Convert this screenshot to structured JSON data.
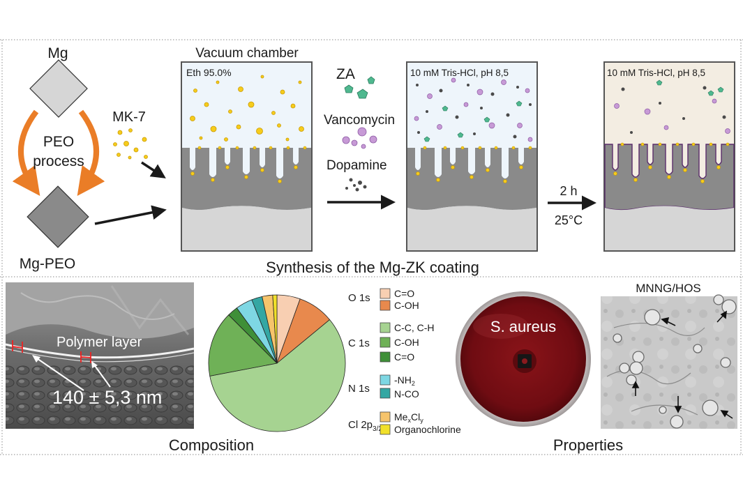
{
  "colors": {
    "orange_arrow": "#ea7d27",
    "coating_gray": "#8a8a8a",
    "substrate_gray": "#d6d6d6",
    "liquid_blue": "#eef5fb",
    "liquid_beige": "#f3ede2",
    "mk7_yellow": "#f6cc1c",
    "za_green": "#4fb88f",
    "vancomycin_purple": "#c79ad6",
    "dopamine_dark": "#4a4a4a",
    "agar_red": "#7a0e14"
  },
  "synthesis": {
    "mg_label": "Mg",
    "peo_label_line1": "PEO",
    "peo_label_line2": "process",
    "mgpeo_label": "Mg-PEO",
    "mk7_label": "MK-7",
    "chamber1_title": "Vacuum chamber",
    "chamber1_inner": "Eth 95.0%",
    "za_label": "ZA",
    "vancomycin_label": "Vancomycin",
    "dopamine_label": "Dopamine",
    "chamber2_inner": "10 mM Tris-HCl, pH 8,5",
    "time_label": "2 h",
    "temp_label": "25°C",
    "chamber3_inner": "10 mM Tris-HCl, pH 8,5",
    "section_title": "Synthesis of the Mg-ZK coating"
  },
  "sem": {
    "layer_label": "Polymer layer",
    "thickness_label": "140 ± 5,3 nm"
  },
  "composition": {
    "title": "Composition",
    "groups": [
      {
        "label": "O 1s"
      },
      {
        "label": "C 1s"
      },
      {
        "label": "N 1s"
      },
      {
        "label_main": "Cl 2p",
        "label_sub": "3/2"
      }
    ],
    "legend": [
      {
        "label": "C=O",
        "color": "#f8cfb2"
      },
      {
        "label": "C-OH",
        "color": "#e8894d"
      },
      {
        "label": "C-C, C-H",
        "color": "#a6d391"
      },
      {
        "label": "C-OH",
        "color": "#6fb157"
      },
      {
        "label": "C=O",
        "color": "#3f8f38"
      },
      {
        "label_main": "-NH",
        "label_sub": "2",
        "color": "#7ed7e3"
      },
      {
        "label": "N-CO",
        "color": "#34a7a3"
      },
      {
        "label_parts": [
          "Me",
          "x",
          "Cl",
          "y"
        ],
        "color": "#f6c46c"
      },
      {
        "label": "Organochlorine",
        "color": "#f1e02a"
      }
    ]
  },
  "chart_data": {
    "type": "pie",
    "start_angle_deg": 0,
    "direction": "clockwise",
    "slices": [
      {
        "label": "C=O",
        "value": 5.5,
        "color": "#f8cfb2"
      },
      {
        "label": "C-OH",
        "value": 8.5,
        "color": "#e8894d"
      },
      {
        "label": "C-C, C-H",
        "value": 58.0,
        "color": "#a6d391"
      },
      {
        "label": "C-OH",
        "value": 15.5,
        "color": "#6fb157"
      },
      {
        "label": "C=O",
        "value": 2.5,
        "color": "#3f8f38"
      },
      {
        "label": "-NH2",
        "value": 4.0,
        "color": "#7ed7e3"
      },
      {
        "label": "N-CO",
        "value": 2.5,
        "color": "#34a7a3"
      },
      {
        "label": "MexCly",
        "value": 2.5,
        "color": "#f6c46c"
      },
      {
        "label": "Organochlorine",
        "value": 1.0,
        "color": "#f1e02a"
      }
    ]
  },
  "properties": {
    "title": "Properties",
    "bacteria_label": "S. aureus",
    "cell_label": "MNNG/HOS"
  }
}
